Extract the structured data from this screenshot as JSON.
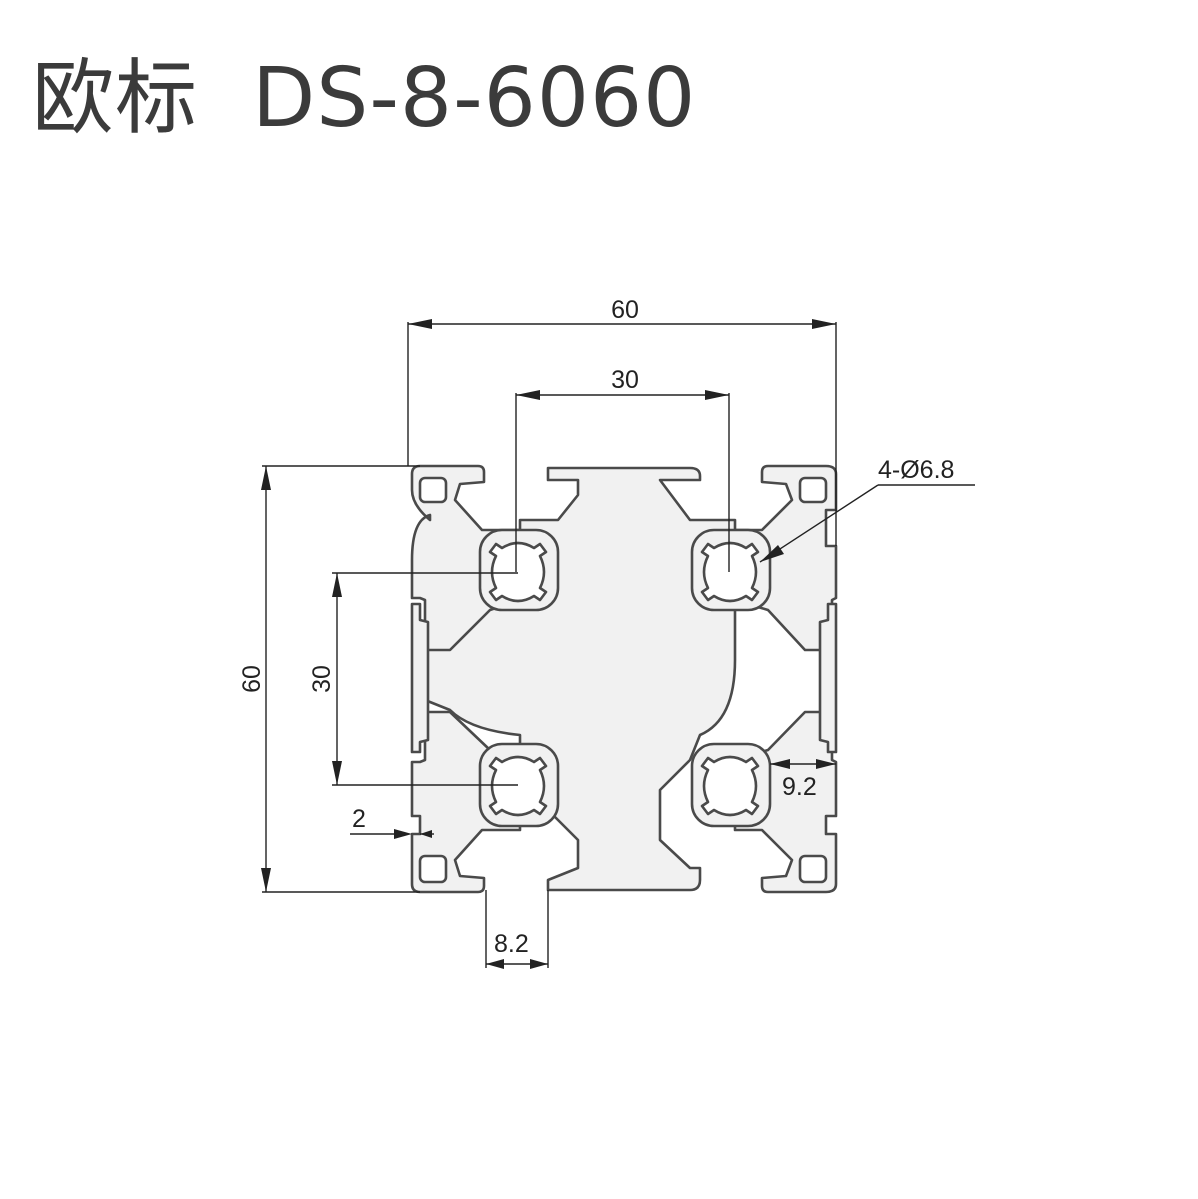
{
  "title": "欧标  DS-8-6060",
  "dimensions": {
    "width_overall": "60",
    "width_center": "30",
    "height_overall": "60",
    "height_center": "30",
    "hole_callout": "4-Ø6.8",
    "slot_depth": "9.2",
    "wall_thickness": "2",
    "slot_width": "8.2"
  },
  "colors": {
    "profile_fill": "#f1f1f1",
    "outline": "#4a4a4a",
    "dimension": "#222222"
  }
}
